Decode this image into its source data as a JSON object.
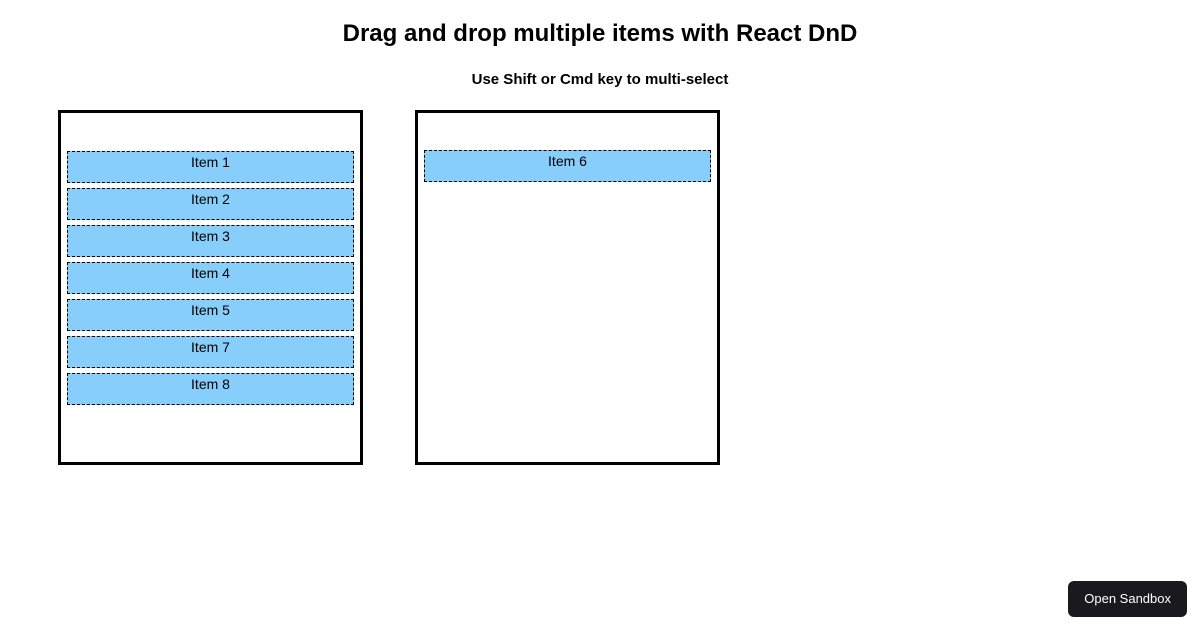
{
  "header": {
    "title": "Drag and drop multiple items with React DnD",
    "subtitle": "Use Shift or Cmd key to multi-select"
  },
  "colors": {
    "item_fill": "#87CEFA",
    "item_border": "#000000",
    "container_border": "#000000",
    "page_background": "#ffffff",
    "sandbox_button_background": "#1a1a1d",
    "sandbox_button_text": "#ffffff"
  },
  "board": {
    "containers": [
      {
        "name": "left-dustbin",
        "items": [
          {
            "label": "Item 1"
          },
          {
            "label": "Item 2"
          },
          {
            "label": "Item 3"
          },
          {
            "label": "Item 4"
          },
          {
            "label": "Item 5"
          },
          {
            "label": "Item 7"
          },
          {
            "label": "Item 8"
          }
        ]
      },
      {
        "name": "right-dustbin",
        "items": [
          {
            "label": "Item 6"
          }
        ]
      }
    ]
  },
  "footer": {
    "sandbox_button_label": "Open Sandbox"
  }
}
